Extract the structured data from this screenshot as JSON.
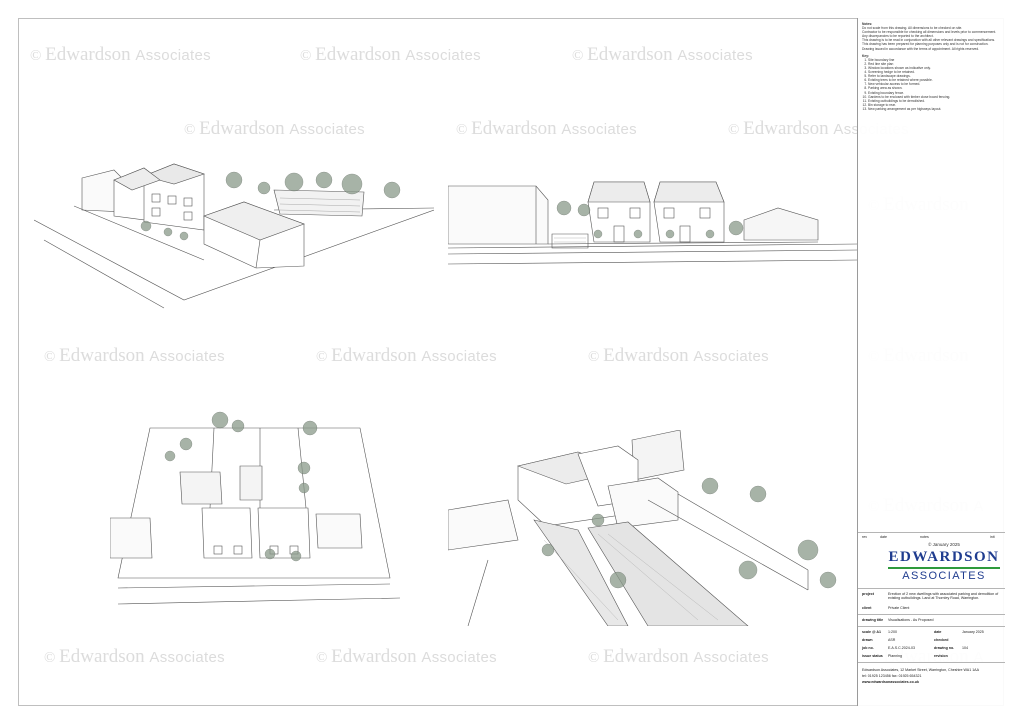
{
  "watermark": {
    "brand": "Edwardson",
    "suffix": "Associates",
    "symbol": "©",
    "suffix_cut": "A"
  },
  "notes": {
    "title": "Notes:",
    "general": [
      "Do not scale from this drawing. All dimensions to be checked on site.",
      "Contractor to be responsible for checking all dimensions and levels prior to commencement. Any discrepancies to be reported to the architect.",
      "This drawing is to be read in conjunction with all other relevant drawings and specifications.",
      "This drawing has been prepared for planning purposes only and is not for construction.",
      "Drawing issued in accordance with the terms of appointment. All rights reserved."
    ],
    "list_title": "Key:",
    "items": [
      "Site boundary line",
      "Red line site plan",
      "Window locations shown as indicative only.",
      "Screening hedge to be retained.",
      "Refer to landscape drawings.",
      "Existing trees to be retained where possible.",
      "New vehicular access to be formed.",
      "Parking area as shown.",
      "Existing boundary fence.",
      "Gardens to be enclosed with timber close board fencing.",
      "Existing outbuildings to be demolished.",
      "Bin storage to rear.",
      "New parking arrangement as per highways layout."
    ]
  },
  "titleblock": {
    "copyright": "© January 2025",
    "logo_line1": "EDWARDSON",
    "logo_line2": "ASSOCIATES",
    "rev_label": "rev",
    "date_label": "date",
    "notes_label": "notes",
    "init_label": "init",
    "project_label": "project",
    "project_value": "Erection of 2 new dwellings with associated parking and demolition of existing outbuildings. Land at Thornley Road, Warrington.",
    "client_label": "client",
    "client_value": "Private Client",
    "drawing_label": "drawing title",
    "drawing_value": "Visualisations - As Proposed",
    "scale_label": "scale @ A1",
    "scale_value": "1:200",
    "date2_label": "date",
    "date2_value": "January 2025",
    "drawn_label": "drawn",
    "drawn_value": "ASR",
    "checked_label": "checked",
    "job_label": "job no.",
    "job_value": "E.A.S.C.2024-03",
    "drawing_no_label": "drawing no.",
    "drawing_no_value": "104",
    "status_label": "issue status",
    "status_value": "Planning",
    "rev2_label": "revision",
    "address": "Edwardson Associates, 12 Market Street, Warrington, Cheshire WA1 1AA",
    "tel": "tel: 01925 123456  fax: 01925 654321",
    "web": "www.edwardsonassociates.co.uk"
  }
}
